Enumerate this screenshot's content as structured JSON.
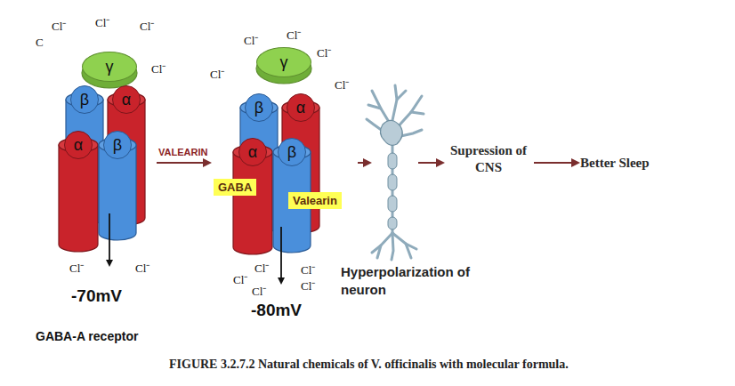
{
  "diagram": {
    "caption": "FIGURE 3.2.7.2 Natural chemicals of V. officinalis with molecular formula.",
    "nodes": [
      {
        "text": [
          "-70mV"
        ]
      },
      {
        "text": [
          "γ"
        ],
        "in": 0
      },
      {
        "text": [
          "β"
        ],
        "in": 0
      },
      {
        "text": [
          "α"
        ],
        "in": 0
      },
      {
        "text": [
          "α"
        ],
        "in": 0
      },
      {
        "text": [
          "β"
        ],
        "in": 0
      },
      {
        "text": [
          "-80mV"
        ]
      },
      {
        "text": [
          "γ"
        ],
        "in": 6
      },
      {
        "text": [
          "β"
        ],
        "in": 6
      },
      {
        "text": [
          "α"
        ],
        "in": 6
      },
      {
        "text": [
          "α"
        ],
        "in": 6
      },
      {
        "text": [
          "β"
        ],
        "in": 6
      },
      {
        "text": [
          "GABA"
        ],
        "in": 6
      },
      {
        "text": [
          "Valearin"
        ],
        "in": 6
      },
      {
        "text": [
          "Hyperpolarization of neuron"
        ]
      },
      {
        "text": [
          "Supression of CNS"
        ]
      },
      {
        "text": [
          "Better Sleep"
        ]
      }
    ],
    "edges": [
      {
        "from": 0,
        "to": 6,
        "label": "VALEARIN",
        "arrow": "to"
      },
      {
        "from": 6,
        "to": 14,
        "arrow": "to"
      },
      {
        "from": 14,
        "to": 15,
        "arrow": "to"
      },
      {
        "from": 15,
        "to": 16,
        "arrow": "to"
      }
    ],
    "labels": [
      "Cl⁻",
      "Cl⁻",
      "Cl⁻",
      "C",
      "Cl⁻",
      "Cl⁻",
      "Cl⁻",
      "Cl⁻",
      "Cl⁻",
      "Cl⁻",
      "Cl⁻",
      "Cl⁻",
      "Cl⁻",
      "Cl⁻",
      "Cl⁻",
      "Cl⁻",
      "Cl⁻",
      "GABA-A receptor"
    ]
  }
}
